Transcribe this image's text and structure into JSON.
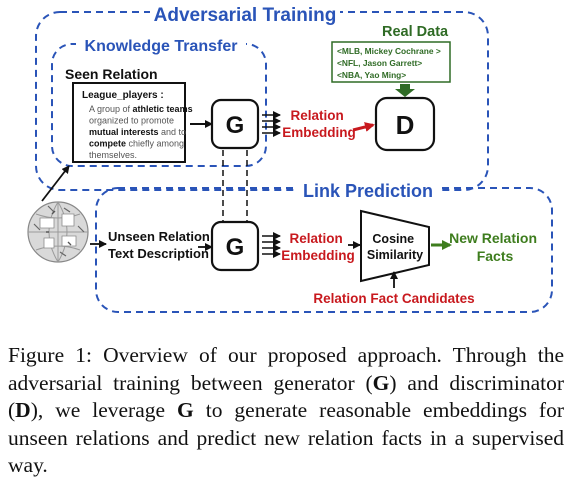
{
  "diagram": {
    "adversarial_training_title": "Adversarial Training",
    "knowledge_transfer_title": "Knowledge Transfer",
    "link_prediction_title": "Link Prediction",
    "seen_relation_title": "Seen Relation",
    "doc_title": "League_players :",
    "doc_lines": [
      [
        {
          "t": "A group of ",
          "b": false
        },
        {
          "t": "athletic teams",
          "b": true
        }
      ],
      [
        {
          "t": "organized to promote",
          "b": false
        }
      ],
      [
        {
          "t": "mutual interests",
          "b": true
        },
        {
          "t": " and to",
          "b": false
        }
      ],
      [
        {
          "t": "compete",
          "b": true
        },
        {
          "t": " chiefly among",
          "b": false
        }
      ],
      [
        {
          "t": "themselves.",
          "b": false
        }
      ]
    ],
    "generator_label": "G",
    "discriminator_label": "D",
    "relation_embedding_top": [
      "Relation",
      "Embedding"
    ],
    "relation_embedding_bottom": [
      "Relation",
      "Embedding"
    ],
    "real_data_title": "Real Data",
    "real_data_items": [
      "<MLB, Mickey Cochrane >",
      "<NFL, Jason Garrett>",
      "<NBA, Yao Ming>"
    ],
    "unseen_relation_lines": [
      "Unseen Relation",
      "Text Description"
    ],
    "cosine_similarity_lines": [
      "Cosine",
      "Similarity"
    ],
    "new_relation_facts_lines": [
      "New Relation",
      "Facts"
    ],
    "relation_fact_candidates": "Relation Fact Candidates",
    "colors": {
      "blue": "#2a54b8",
      "red": "#c8191e",
      "green": "#3e7d1e",
      "dark_green": "#2f6b25",
      "black": "#111111"
    },
    "icons": [
      "wikipedia-globe-icon"
    ]
  },
  "caption": {
    "parts": [
      {
        "t": "Figure 1: Overview of our proposed approach. Through the adversarial training between generator (",
        "b": false
      },
      {
        "t": "G",
        "b": true
      },
      {
        "t": ") and discriminator (",
        "b": false
      },
      {
        "t": "D",
        "b": true
      },
      {
        "t": "), we leverage ",
        "b": false
      },
      {
        "t": "G",
        "b": true
      },
      {
        "t": " to generate reasonable embeddings for unseen relations and predict new relation facts in a supervised way.",
        "b": false
      }
    ]
  }
}
